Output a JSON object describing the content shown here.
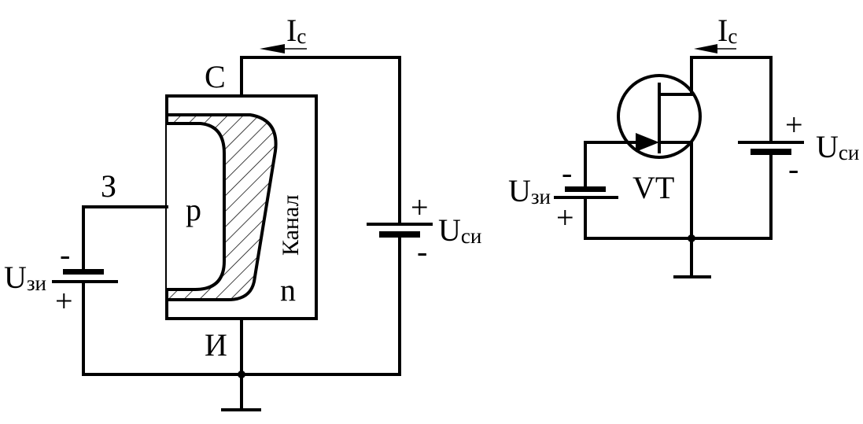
{
  "left_circuit": {
    "label_drain": "С",
    "label_gate": "З",
    "label_source": "И",
    "label_p_region": "p",
    "label_n_region": "n",
    "label_channel": "Канал",
    "current": {
      "symbol": "I",
      "subscript": "с"
    },
    "gate_source_voltage": {
      "symbol": "U",
      "subscript": "зи",
      "plus": "+",
      "minus": "-"
    },
    "drain_source_voltage": {
      "symbol": "U",
      "subscript": "си",
      "plus": "+",
      "minus": "-"
    }
  },
  "right_circuit": {
    "transistor_label": "VT",
    "current": {
      "symbol": "I",
      "subscript": "с"
    },
    "gate_source_voltage": {
      "symbol": "U",
      "subscript": "зи",
      "plus": "+",
      "minus": "-"
    },
    "drain_source_voltage": {
      "symbol": "U",
      "subscript": "си",
      "plus": "+",
      "minus": "-"
    }
  }
}
